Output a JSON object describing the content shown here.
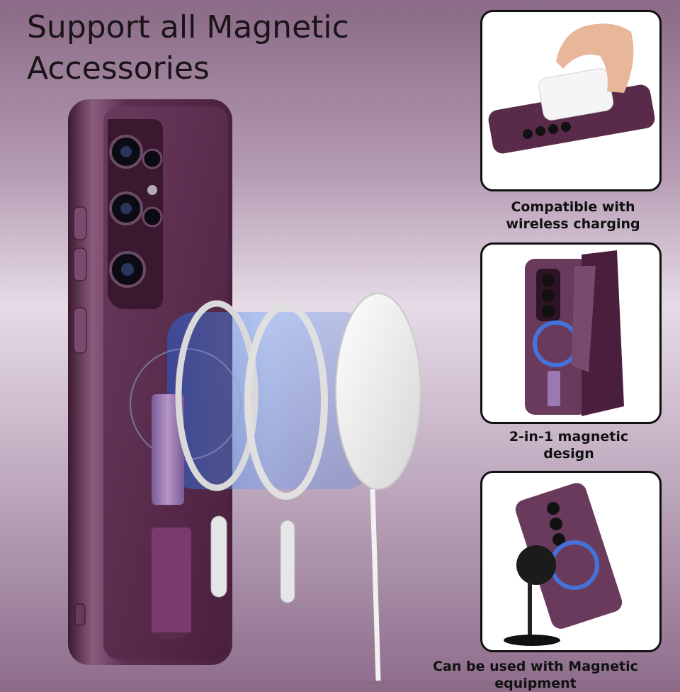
{
  "headline": {
    "line1": "Support all Magnetic",
    "line2": "Accessories"
  },
  "features": [
    {
      "caption_line1": "Compatible with",
      "caption_line2": "wireless charging"
    },
    {
      "caption_line1": "2-in-1 magnetic",
      "caption_line2": "design"
    },
    {
      "caption_line1": "Can be used with Magnetic equipment",
      "caption_line2": ""
    }
  ],
  "colors": {
    "case_purple": "#5a2a4a",
    "case_highlight": "#8b5c7e",
    "strap_lavender": "#9a78b0",
    "ring_silver": "#d9d9d9",
    "magnetic_glow": "#3d7df0",
    "panel_border": "#111111"
  }
}
